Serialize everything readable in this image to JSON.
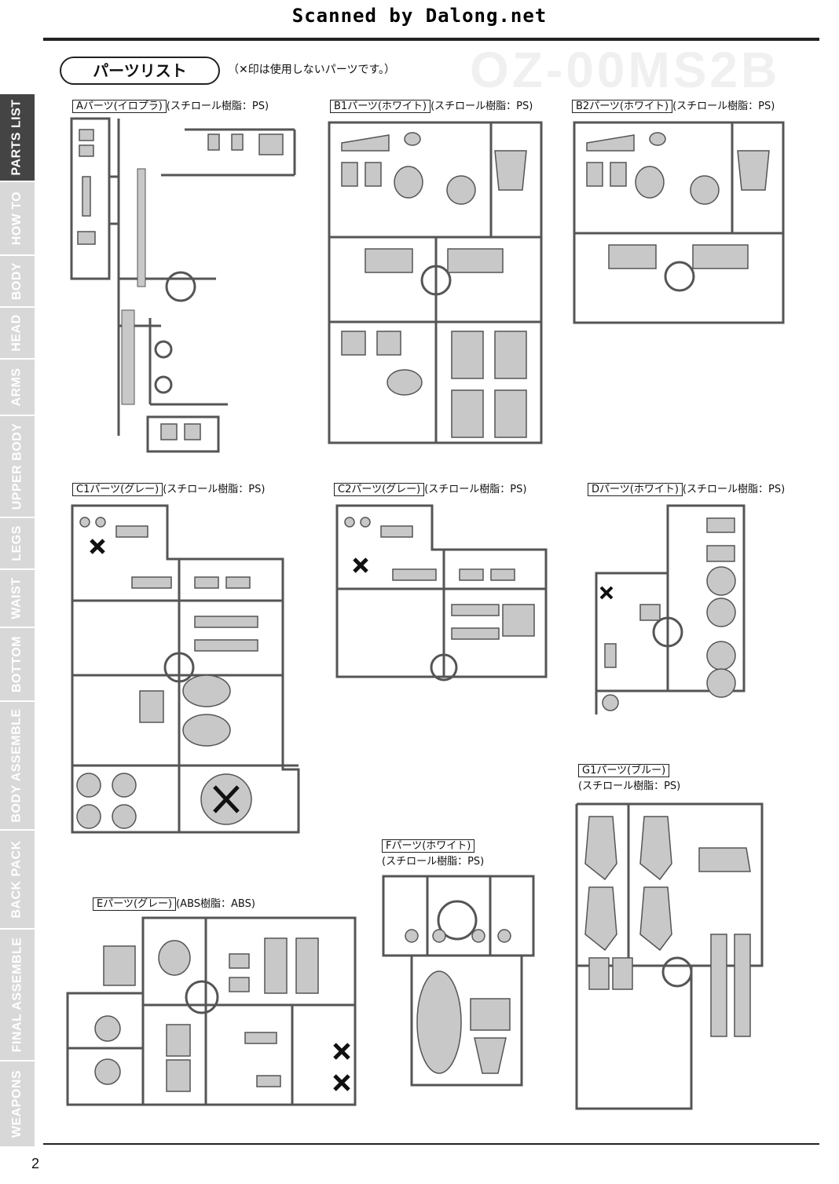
{
  "scan_header": "Scanned by Dalong.net",
  "background_title": "OZ-00MS2B",
  "section": {
    "title": "パーツリスト",
    "note": "（✕印は使用しないパーツです。）"
  },
  "page_number": "2",
  "sidebar": {
    "items": [
      {
        "label": "PARTS LIST",
        "active": true
      },
      {
        "label": "HOW TO"
      },
      {
        "label": "BODY"
      },
      {
        "label": "HEAD"
      },
      {
        "label": "ARMS"
      },
      {
        "label": "UPPER BODY"
      },
      {
        "label": "LEGS"
      },
      {
        "label": "WAIST"
      },
      {
        "label": "BOTTOM"
      },
      {
        "label": "BODY ASSEMBLE"
      },
      {
        "label": "BACK PACK"
      },
      {
        "label": "FINAL ASSEMBLE"
      },
      {
        "label": "WEAPONS"
      }
    ]
  },
  "sprues": {
    "A": {
      "name": "Aパーツ(イロプラ)",
      "material": "(スチロール樹脂：PS)"
    },
    "B1": {
      "name": "B1パーツ(ホワイト)",
      "material": "(スチロール樹脂：PS)"
    },
    "B2": {
      "name": "B2パーツ(ホワイト)",
      "material": "(スチロール樹脂：PS)"
    },
    "C1": {
      "name": "C1パーツ(グレー)",
      "material": "(スチロール樹脂：PS)"
    },
    "C2": {
      "name": "C2パーツ(グレー)",
      "material": "(スチロール樹脂：PS)"
    },
    "D": {
      "name": "Dパーツ(ホワイト)",
      "material": "(スチロール樹脂：PS)"
    },
    "G1": {
      "name": "G1パーツ(ブルー)",
      "material": "(スチロール樹脂：PS)"
    },
    "F": {
      "name": "Fパーツ(ホワイト)",
      "material": "(スチロール樹脂：PS)"
    },
    "E": {
      "name": "Eパーツ(グレー)",
      "material": "(ABS樹脂：ABS)"
    }
  },
  "colors": {
    "sprue_fill": "#c8c8c8",
    "sprue_stroke": "#555555",
    "sidebar_active": "#444444",
    "sidebar_inactive": "#d8d8d8"
  }
}
